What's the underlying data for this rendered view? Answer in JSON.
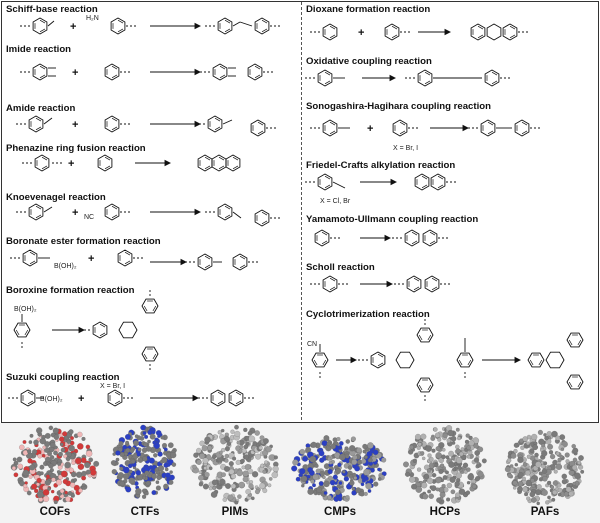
{
  "left_reactions": [
    {
      "title": "Schiff-base reaction"
    },
    {
      "title": "Imide reaction"
    },
    {
      "title": "Amide reaction"
    },
    {
      "title": "Phenazine ring fusion reaction"
    },
    {
      "title": "Knoevenagel reaction"
    },
    {
      "title": "Boronate ester formation reaction"
    },
    {
      "title": "Boroxine formation reaction"
    },
    {
      "title": "Suzuki coupling reaction"
    }
  ],
  "right_reactions": [
    {
      "title": "Dioxane formation reaction"
    },
    {
      "title": "Oxidative coupling reaction"
    },
    {
      "title": "Sonogashira-Hagihara coupling reaction"
    },
    {
      "title": "Friedel-Crafts alkylation reaction"
    },
    {
      "title": "Yamamoto-Ullmann coupling reaction"
    },
    {
      "title": "Scholl reaction"
    },
    {
      "title": "Cyclotrimerization reaction"
    }
  ],
  "notes": {
    "sonogashira_x": "X = Br, I",
    "friedel_x": "X = Cl, Br",
    "suzuki_x": "X = Br, I",
    "boronic": "B(OH)₂",
    "boronic2": "B(OH)₂",
    "boroxine_b": "B(OH)₂",
    "h2n": "H₂N",
    "cn": "CN",
    "nc": "NC"
  },
  "materials": [
    {
      "label": "COFs"
    },
    {
      "label": "CTFs"
    },
    {
      "label": "PIMs"
    },
    {
      "label": "CMPs"
    },
    {
      "label": "HCPs"
    },
    {
      "label": "PAFs"
    }
  ],
  "colors": {
    "carbon": "#7a7a7a",
    "nitrogen": "#2b3fc4",
    "oxygen": "#d23a3a",
    "boron": "#f0b7b7"
  }
}
